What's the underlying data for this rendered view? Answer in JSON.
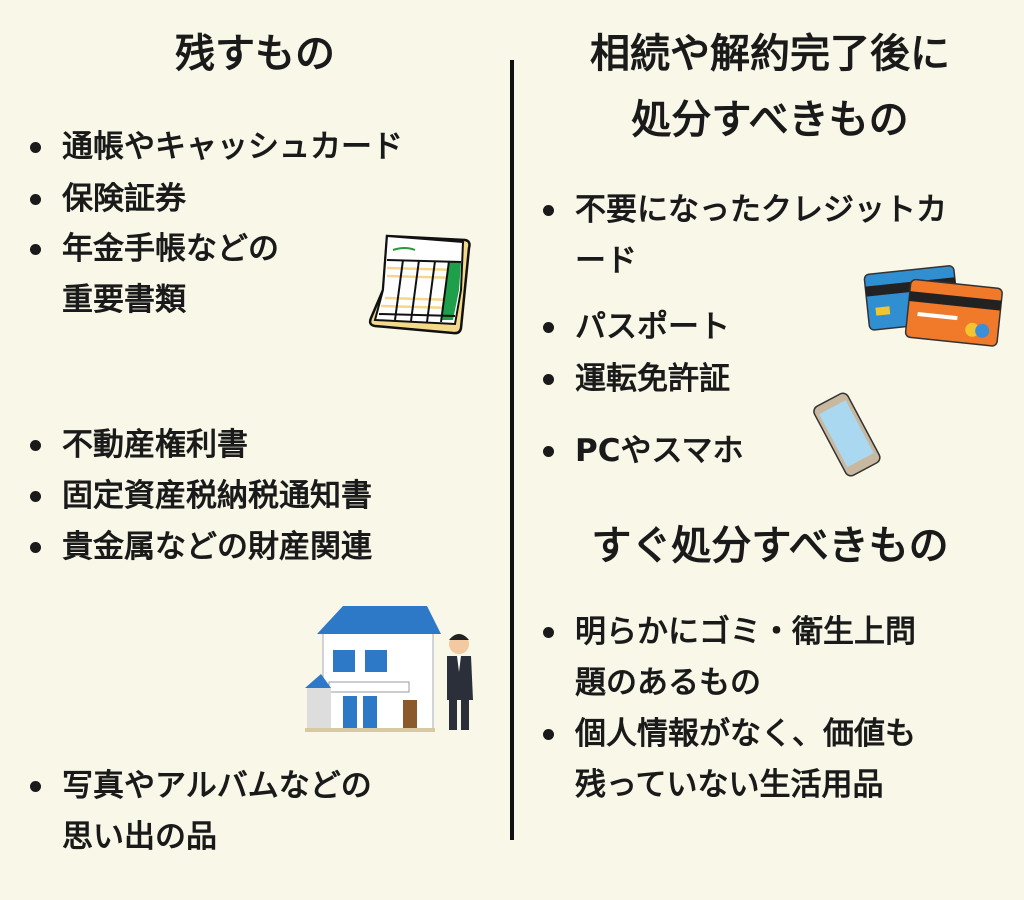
{
  "left": {
    "title": "残すもの",
    "items": [
      {
        "lines": [
          "通帳やキャッシュカード"
        ]
      },
      {
        "lines": [
          "保険証券"
        ]
      },
      {
        "lines": [
          "年金手帳などの",
          "重要書類"
        ]
      },
      {
        "lines": [
          "不動産権利書"
        ]
      },
      {
        "lines": [
          "固定資産税納税通知書"
        ]
      },
      {
        "lines": [
          "貴金属などの財産関連"
        ]
      },
      {
        "lines": [
          "写真やアルバムなどの",
          "思い出の品"
        ]
      }
    ]
  },
  "right": {
    "title1": [
      "相続や解約完了後に",
      "処分すべきもの"
    ],
    "items1": [
      {
        "lines": [
          "不要になったクレジットカ",
          "ード"
        ]
      },
      {
        "lines": [
          "パスポート"
        ]
      },
      {
        "lines": [
          "運転免許証"
        ]
      },
      {
        "lines": [
          "PCやスマホ"
        ]
      }
    ],
    "title2": "すぐ処分すべきもの",
    "items2": [
      {
        "lines": [
          "明らかにゴミ・衛生上問",
          "題のあるもの"
        ]
      },
      {
        "lines": [
          "個人情報がなく、価値も",
          "残っていない生活用品"
        ]
      }
    ]
  }
}
